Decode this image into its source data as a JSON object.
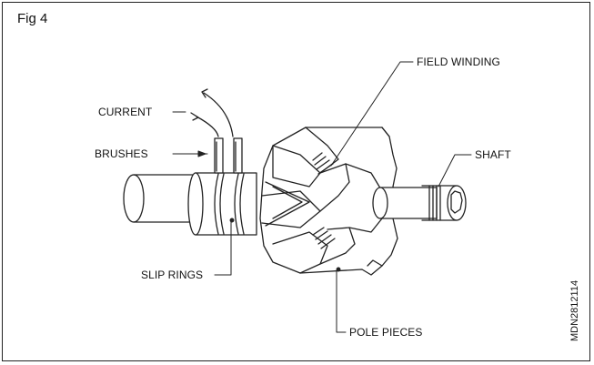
{
  "figure": {
    "label": "Fig 4",
    "code": "MDN2812114"
  },
  "labels": {
    "field_winding": "FIELD WINDING",
    "current": "CURRENT",
    "brushes": "BRUSHES",
    "shaft": "SHAFT",
    "slip_rings": "SLIP RINGS",
    "pole_pieces": "POLE PIECES"
  },
  "colors": {
    "line": "#222222",
    "background": "#ffffff"
  }
}
